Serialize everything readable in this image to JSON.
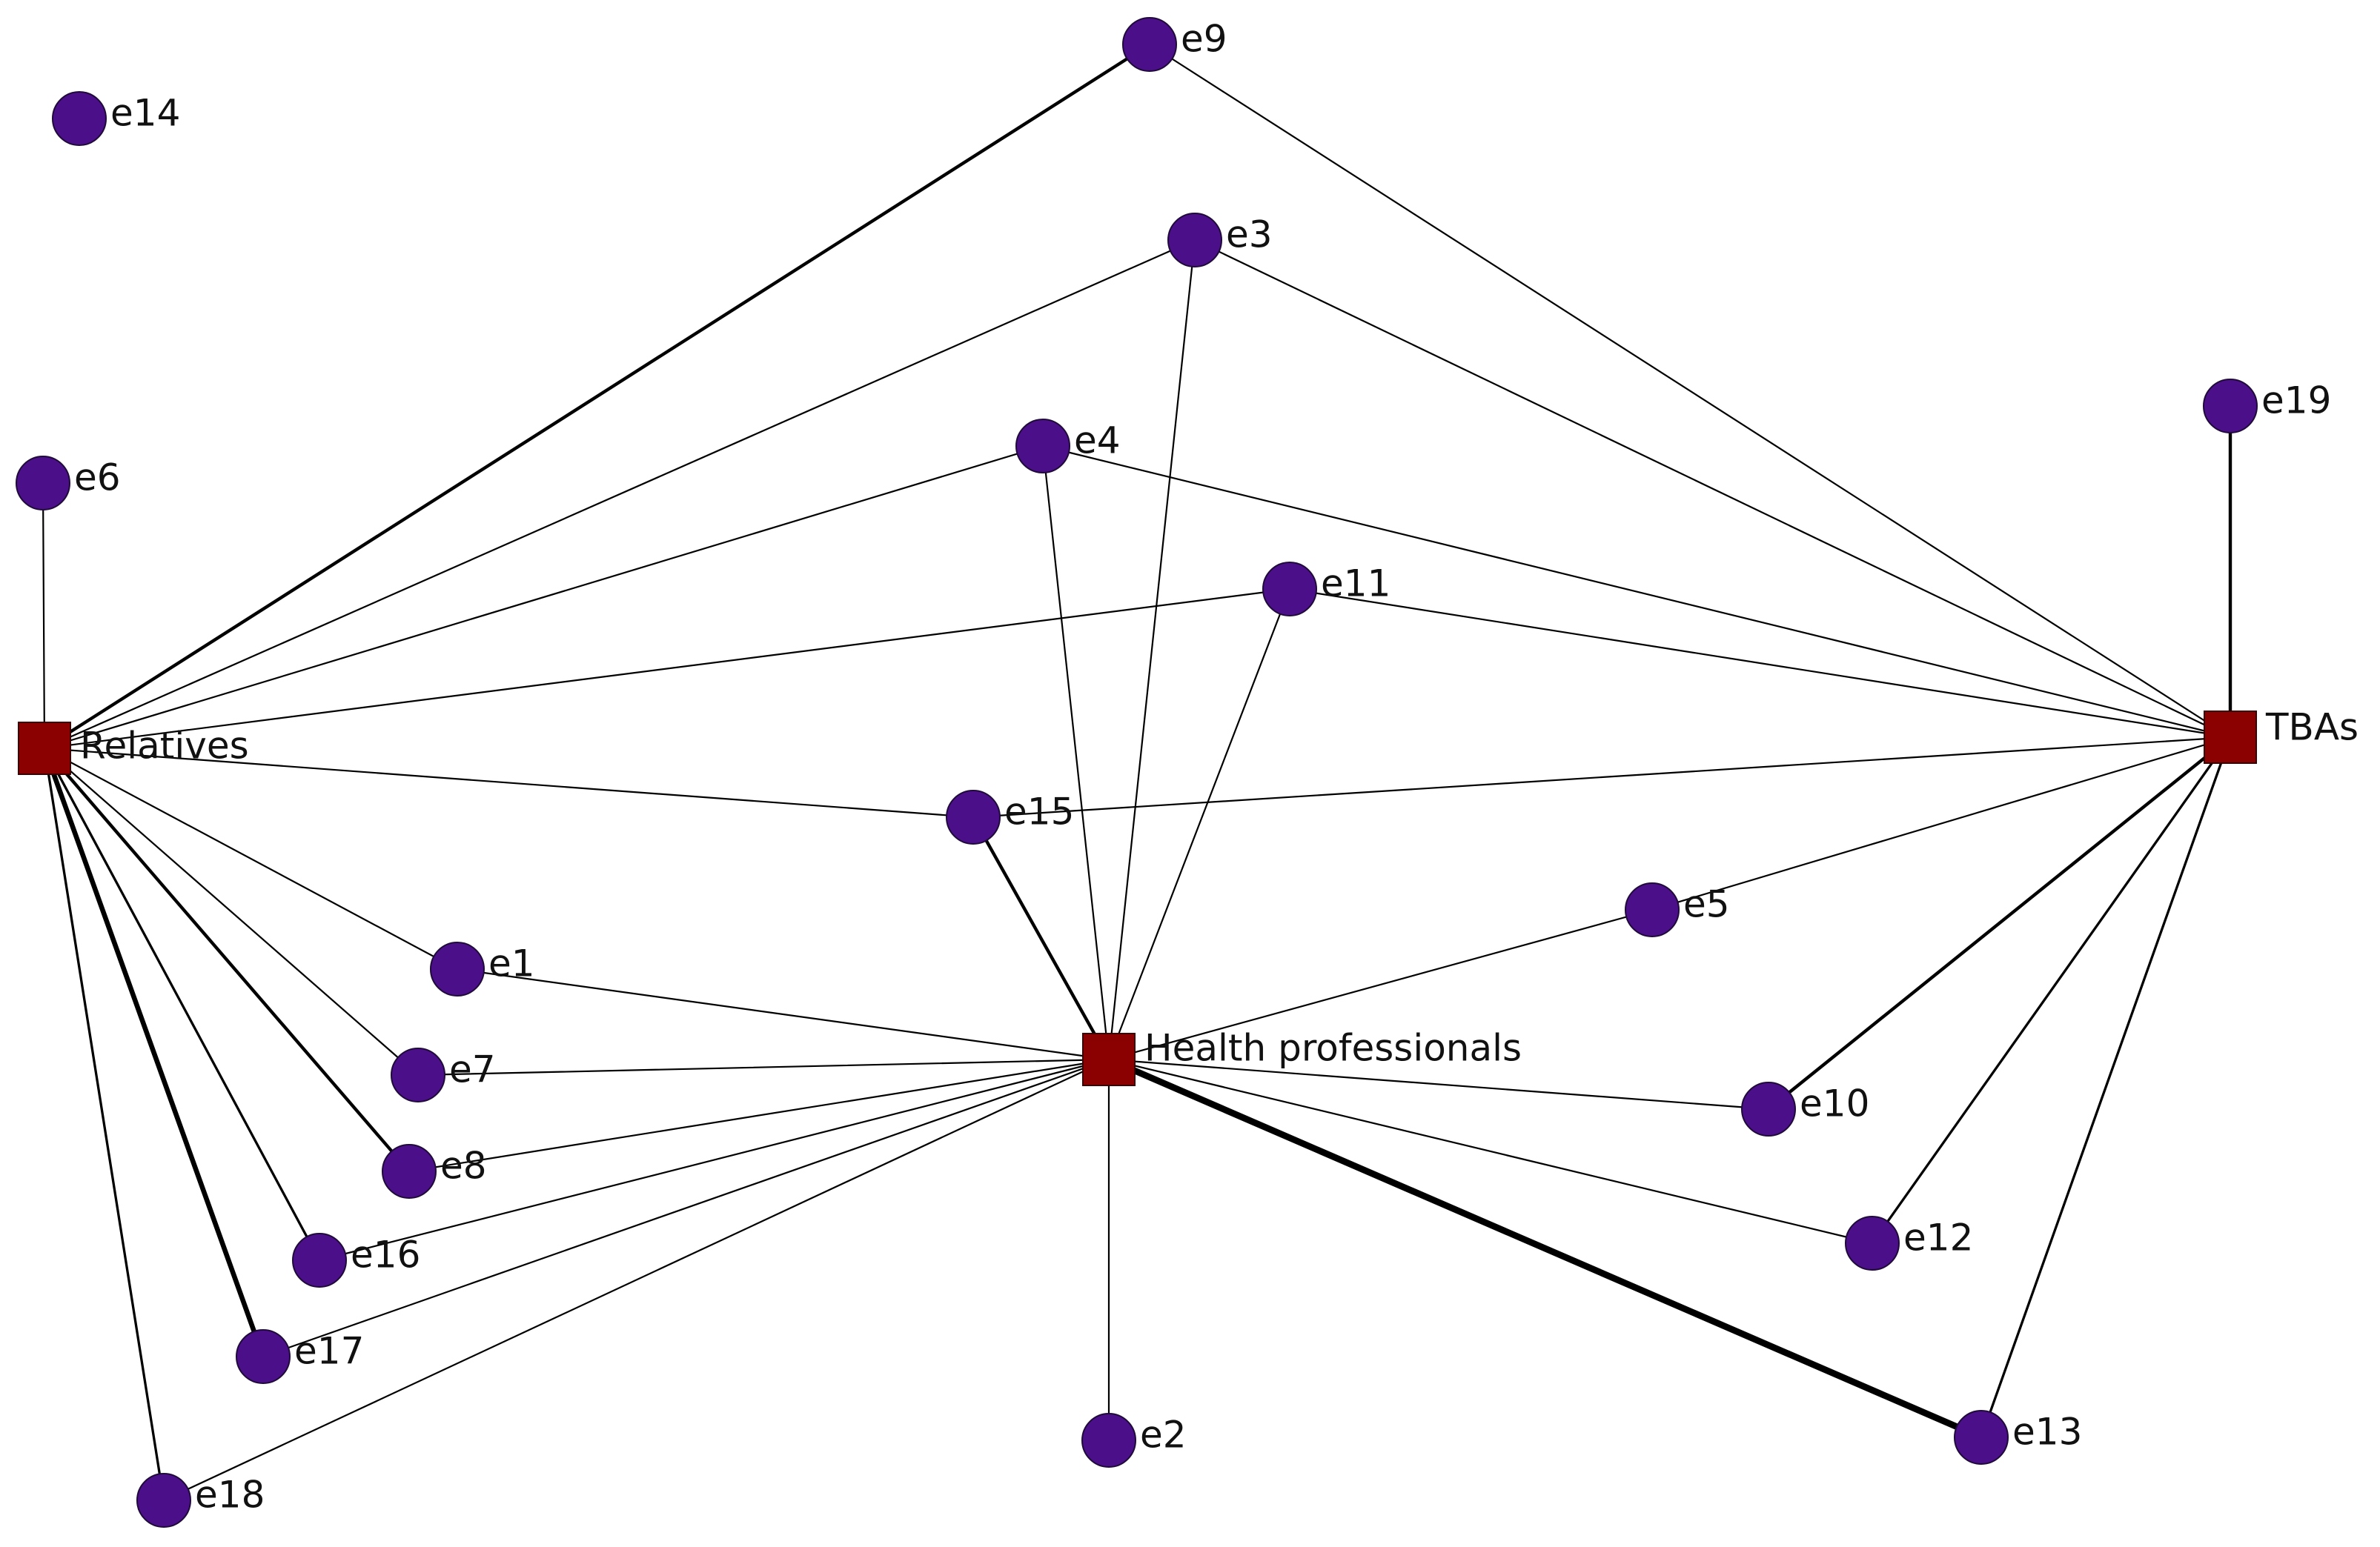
{
  "colors": {
    "actor_node": "#4b0f8a",
    "group_node": "#8b0000",
    "edge": "#000000",
    "background": "#ffffff"
  },
  "nodes": [
    {
      "id": "e1",
      "label": "e1",
      "kind": "actor"
    },
    {
      "id": "e2",
      "label": "e2",
      "kind": "actor"
    },
    {
      "id": "e3",
      "label": "e3",
      "kind": "actor"
    },
    {
      "id": "e4",
      "label": "e4",
      "kind": "actor"
    },
    {
      "id": "e5",
      "label": "e5",
      "kind": "actor"
    },
    {
      "id": "e6",
      "label": "e6",
      "kind": "actor"
    },
    {
      "id": "e7",
      "label": "e7",
      "kind": "actor"
    },
    {
      "id": "e8",
      "label": "e8",
      "kind": "actor"
    },
    {
      "id": "e9",
      "label": "e9",
      "kind": "actor"
    },
    {
      "id": "e10",
      "label": "e10",
      "kind": "actor"
    },
    {
      "id": "e11",
      "label": "e11",
      "kind": "actor"
    },
    {
      "id": "e12",
      "label": "e12",
      "kind": "actor"
    },
    {
      "id": "e13",
      "label": "e13",
      "kind": "actor"
    },
    {
      "id": "e14",
      "label": "e14",
      "kind": "actor"
    },
    {
      "id": "e15",
      "label": "e15",
      "kind": "actor"
    },
    {
      "id": "e16",
      "label": "e16",
      "kind": "actor"
    },
    {
      "id": "e17",
      "label": "e17",
      "kind": "actor"
    },
    {
      "id": "e18",
      "label": "e18",
      "kind": "actor"
    },
    {
      "id": "e19",
      "label": "e19",
      "kind": "actor"
    },
    {
      "id": "relatives",
      "label": "Relatives",
      "kind": "group"
    },
    {
      "id": "health",
      "label": "Health professionals",
      "kind": "group"
    },
    {
      "id": "tbas",
      "label": "TBAs",
      "kind": "group"
    }
  ],
  "edges": [
    {
      "from": "e6",
      "to": "relatives",
      "weight": 1
    },
    {
      "from": "e9",
      "to": "relatives",
      "weight": 2
    },
    {
      "from": "e3",
      "to": "relatives",
      "weight": 1
    },
    {
      "from": "e4",
      "to": "relatives",
      "weight": 1
    },
    {
      "from": "e11",
      "to": "relatives",
      "weight": 1
    },
    {
      "from": "e15",
      "to": "relatives",
      "weight": 1
    },
    {
      "from": "e1",
      "to": "relatives",
      "weight": 1
    },
    {
      "from": "e7",
      "to": "relatives",
      "weight": 1
    },
    {
      "from": "e8",
      "to": "relatives",
      "weight": 2
    },
    {
      "from": "e16",
      "to": "relatives",
      "weight": 1.5
    },
    {
      "from": "e17",
      "to": "relatives",
      "weight": 3
    },
    {
      "from": "e18",
      "to": "relatives",
      "weight": 1.5
    },
    {
      "from": "e9",
      "to": "tbas",
      "weight": 1
    },
    {
      "from": "e3",
      "to": "tbas",
      "weight": 1
    },
    {
      "from": "e4",
      "to": "tbas",
      "weight": 1
    },
    {
      "from": "e11",
      "to": "tbas",
      "weight": 1
    },
    {
      "from": "e15",
      "to": "tbas",
      "weight": 1
    },
    {
      "from": "e5",
      "to": "tbas",
      "weight": 1
    },
    {
      "from": "e19",
      "to": "tbas",
      "weight": 2
    },
    {
      "from": "e10",
      "to": "tbas",
      "weight": 2
    },
    {
      "from": "e12",
      "to": "tbas",
      "weight": 1.5
    },
    {
      "from": "e13",
      "to": "tbas",
      "weight": 1.5
    },
    {
      "from": "e3",
      "to": "health",
      "weight": 1
    },
    {
      "from": "e4",
      "to": "health",
      "weight": 1
    },
    {
      "from": "e11",
      "to": "health",
      "weight": 1
    },
    {
      "from": "e15",
      "to": "health",
      "weight": 2
    },
    {
      "from": "e5",
      "to": "health",
      "weight": 1
    },
    {
      "from": "e1",
      "to": "health",
      "weight": 1
    },
    {
      "from": "e7",
      "to": "health",
      "weight": 1
    },
    {
      "from": "e8",
      "to": "health",
      "weight": 1
    },
    {
      "from": "e16",
      "to": "health",
      "weight": 1
    },
    {
      "from": "e17",
      "to": "health",
      "weight": 1
    },
    {
      "from": "e18",
      "to": "health",
      "weight": 1
    },
    {
      "from": "e10",
      "to": "health",
      "weight": 1
    },
    {
      "from": "e12",
      "to": "health",
      "weight": 1
    },
    {
      "from": "e13",
      "to": "health",
      "weight": 4
    },
    {
      "from": "e2",
      "to": "health",
      "weight": 1
    }
  ]
}
